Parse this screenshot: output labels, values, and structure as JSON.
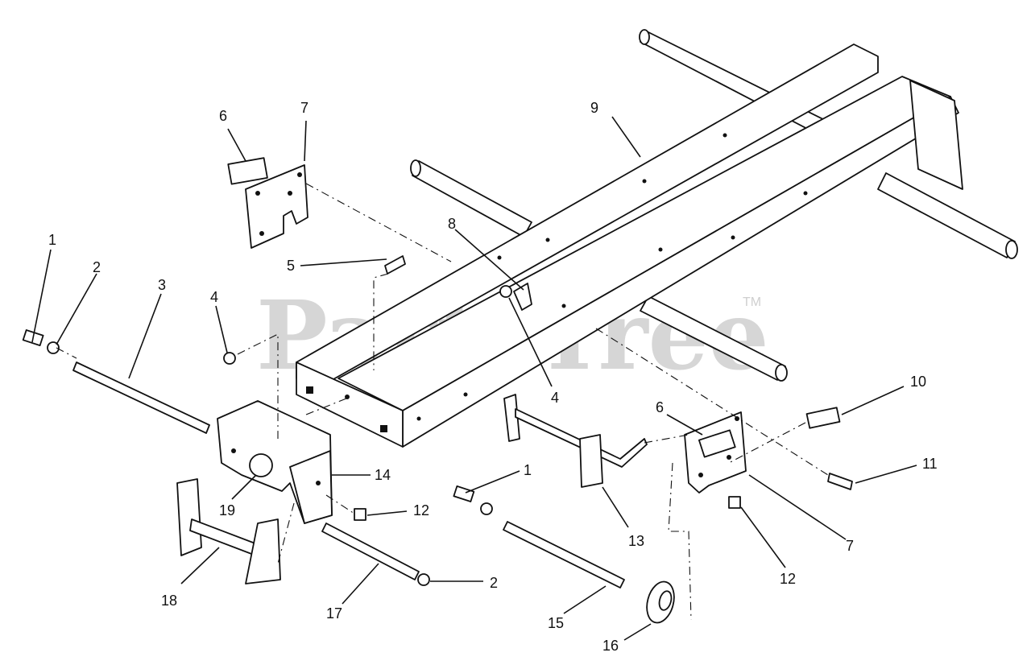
{
  "watermark": {
    "text": "PartsTree",
    "trademark": "TM"
  },
  "callouts": [
    {
      "id": "c1a",
      "text": "1"
    },
    {
      "id": "c2a",
      "text": "2"
    },
    {
      "id": "c3",
      "text": "3"
    },
    {
      "id": "c4a",
      "text": "4"
    },
    {
      "id": "c5",
      "text": "5"
    },
    {
      "id": "c6a",
      "text": "6"
    },
    {
      "id": "c7a",
      "text": "7"
    },
    {
      "id": "c8",
      "text": "8"
    },
    {
      "id": "c9",
      "text": "9"
    },
    {
      "id": "c4b",
      "text": "4"
    },
    {
      "id": "c10",
      "text": "10"
    },
    {
      "id": "c6b",
      "text": "6"
    },
    {
      "id": "c11",
      "text": "11"
    },
    {
      "id": "c14",
      "text": "14"
    },
    {
      "id": "c19",
      "text": "19"
    },
    {
      "id": "c12a",
      "text": "12"
    },
    {
      "id": "c1b",
      "text": "1"
    },
    {
      "id": "c13",
      "text": "13"
    },
    {
      "id": "c7b",
      "text": "7"
    },
    {
      "id": "c12b",
      "text": "12"
    },
    {
      "id": "c18",
      "text": "18"
    },
    {
      "id": "c17",
      "text": "17"
    },
    {
      "id": "c2b",
      "text": "2"
    },
    {
      "id": "c15",
      "text": "15"
    },
    {
      "id": "c16",
      "text": "16"
    }
  ]
}
